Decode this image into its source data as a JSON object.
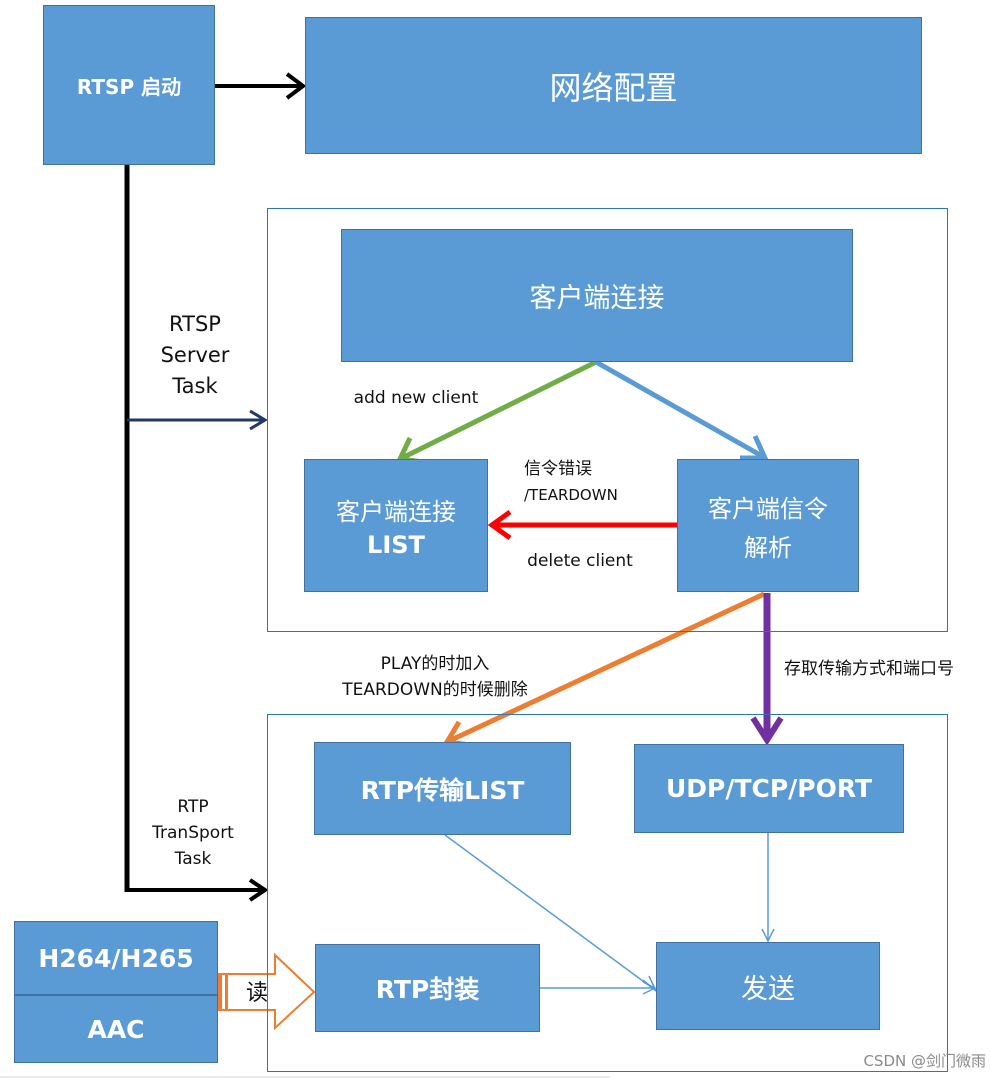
{
  "nodes": {
    "rtsp_start": "RTSP 启动",
    "network_config": "网络配置",
    "client_connect": "客户端连接",
    "client_list_line1": "客户端连接",
    "client_list_line2": "LIST",
    "signal_parse_line1": "客户端信令",
    "signal_parse_line2": "解析",
    "rtp_list": "RTP传输LIST",
    "udp_tcp_port": "UDP/TCP/PORT",
    "rtp_pack": "RTP封装",
    "send": "发送",
    "h264": "H264/H265",
    "aac": "AAC"
  },
  "labels": {
    "server_task": [
      "RTSP",
      "Server",
      "Task"
    ],
    "transport_task": [
      "RTP",
      "TranSport",
      "Task"
    ],
    "add_client": "add new client",
    "signal_error_1": "信令错误",
    "signal_error_2": "/TEARDOWN",
    "delete_client": "delete client",
    "play_add": "PLAY的时加入",
    "teardown_delete": "TEARDOWN的时候删除",
    "store_transport": "存取传输方式和端口号",
    "read": "读",
    "watermark": "CSDN @剑门微雨"
  },
  "colors": {
    "box_fill": "#5b9bd5",
    "green_arrow": "#70ad47",
    "blue_arrow": "#5b9bd5",
    "red_arrow": "#ff0000",
    "orange_arrow": "#ed7d31",
    "purple_arrow": "#7030a0"
  }
}
